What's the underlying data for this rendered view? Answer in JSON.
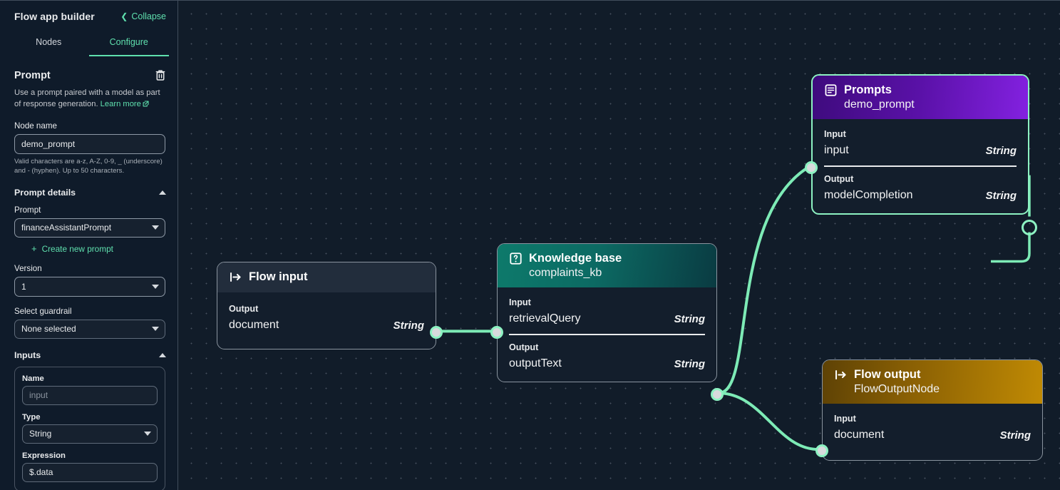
{
  "sidebar": {
    "title": "Flow app builder",
    "collapse_label": "Collapse",
    "tabs": [
      {
        "label": "Nodes",
        "active": false
      },
      {
        "label": "Configure",
        "active": true
      }
    ],
    "section": {
      "title": "Prompt",
      "delete_icon": "trash-icon",
      "description_before_link": "Use a prompt paired with a model as part of response generation. ",
      "link_label": "Learn more"
    },
    "node_name": {
      "label": "Node name",
      "value": "demo_prompt",
      "hint": "Valid characters are a-z, A-Z, 0-9, _ (underscore) and - (hyphen). Up to 50 characters."
    },
    "prompt_details": {
      "title": "Prompt details",
      "prompt_label": "Prompt",
      "prompt_value": "financeAssistantPrompt",
      "create_new_label": "Create new prompt",
      "version_label": "Version",
      "version_value": "1",
      "guardrail_label": "Select guardrail",
      "guardrail_value": "None selected"
    },
    "inputs": {
      "title": "Inputs",
      "name_label": "Name",
      "name_placeholder": "input",
      "type_label": "Type",
      "type_value": "String",
      "expression_label": "Expression",
      "expression_value": "$.data"
    }
  },
  "canvas": {
    "nodes": [
      {
        "id": "flow-input",
        "title": "Flow input",
        "subtitle": "",
        "icon": "flow-input-arrow-icon",
        "selected": false,
        "input_label": "",
        "input_name": "",
        "input_type": "",
        "output_label": "Output",
        "output_name": "document",
        "output_type": "String"
      },
      {
        "id": "knowledge-base",
        "title": "Knowledge base",
        "subtitle": "complaints_kb",
        "icon": "question-box-icon",
        "selected": false,
        "input_label": "Input",
        "input_name": "retrievalQuery",
        "input_type": "String",
        "output_label": "Output",
        "output_name": "outputText",
        "output_type": "String"
      },
      {
        "id": "prompts",
        "title": "Prompts",
        "subtitle": "demo_prompt",
        "icon": "document-lines-icon",
        "selected": true,
        "input_label": "Input",
        "input_name": "input",
        "input_type": "String",
        "output_label": "Output",
        "output_name": "modelCompletion",
        "output_type": "String"
      },
      {
        "id": "flow-output",
        "title": "Flow output",
        "subtitle": "FlowOutputNode",
        "icon": "flow-output-arrow-icon",
        "selected": false,
        "input_label": "Input",
        "input_name": "document",
        "input_type": "String",
        "output_label": "",
        "output_name": "",
        "output_type": ""
      }
    ]
  },
  "colors": {
    "accent_green": "#5FE0AE",
    "edge_green": "#7DEBB6",
    "prompts_header_from": "#3E0B7D",
    "prompts_header_to": "#8321E0",
    "kb_header_from": "#0D7A6B",
    "kb_header_to": "#0A3B42",
    "flow_output_header_from": "#5E4205",
    "flow_output_header_to": "#C08A04",
    "flow_input_header": "#222D3C",
    "node_body": "#131E2C",
    "canvas_bg": "#111C29"
  }
}
